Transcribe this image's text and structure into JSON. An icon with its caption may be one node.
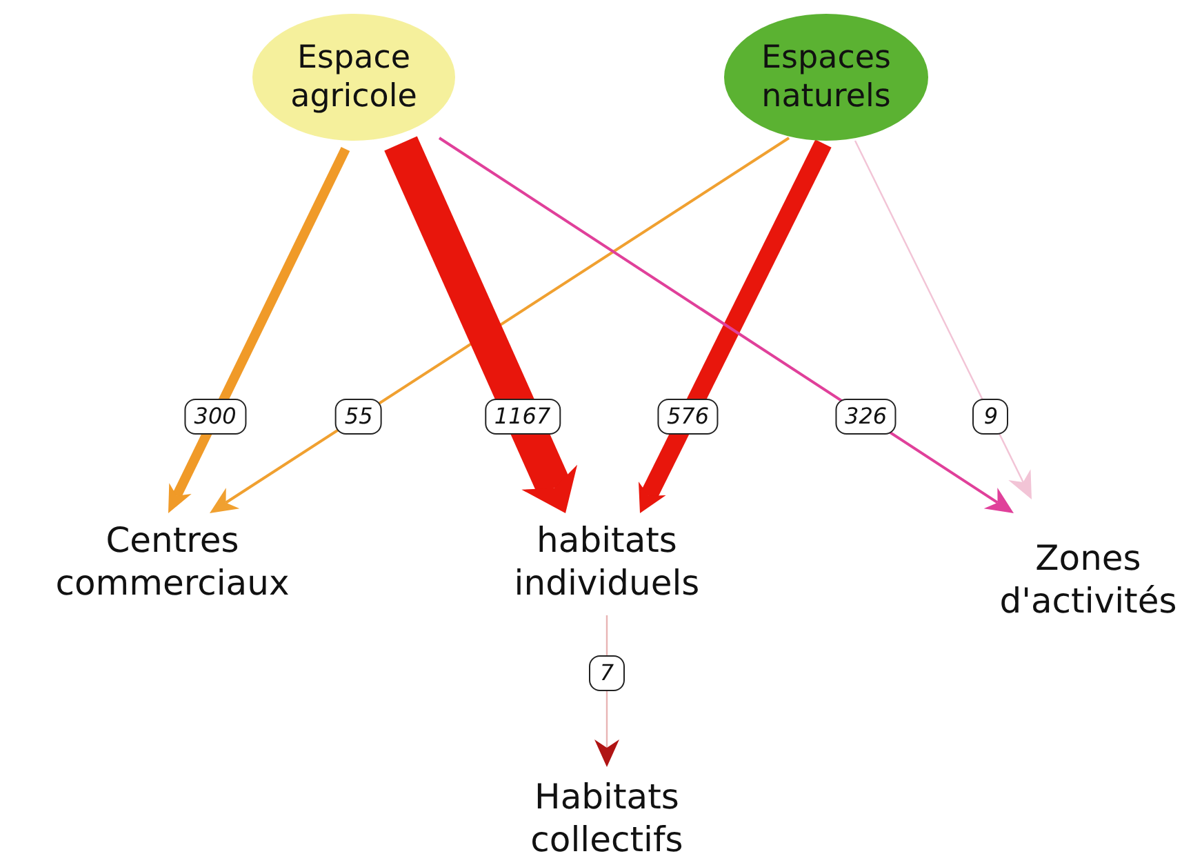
{
  "diagram": {
    "nodes": [
      {
        "text": [
          "Espace agricole"
        ]
      },
      {
        "text": [
          "Espaces naturels"
        ]
      },
      {
        "text": [
          "Centres commerciaux"
        ]
      },
      {
        "text": [
          "habitats individuels"
        ]
      },
      {
        "text": [
          "Zones d'activités"
        ]
      },
      {
        "text": [
          "Habitats collectifs"
        ]
      }
    ],
    "edges": [
      {
        "from": 0,
        "to": 2,
        "arrow": "to",
        "label": "300",
        "style": "thick",
        "color": "#f09a28"
      },
      {
        "from": 1,
        "to": 2,
        "arrow": "to",
        "label": "55",
        "color": "#f0a030"
      },
      {
        "from": 0,
        "to": 3,
        "arrow": "to",
        "label": "1167",
        "style": "thick",
        "color": "#e8160c"
      },
      {
        "from": 1,
        "to": 3,
        "arrow": "to",
        "label": "576",
        "style": "thick",
        "color": "#e8160c"
      },
      {
        "from": 0,
        "to": 4,
        "arrow": "to",
        "label": "326",
        "color": "#e0409a"
      },
      {
        "from": 1,
        "to": 4,
        "arrow": "to",
        "label": "9",
        "color": "#f2c4d6"
      },
      {
        "from": 3,
        "to": 5,
        "arrow": "to",
        "label": "7",
        "color": "#e8b4b4"
      }
    ]
  }
}
